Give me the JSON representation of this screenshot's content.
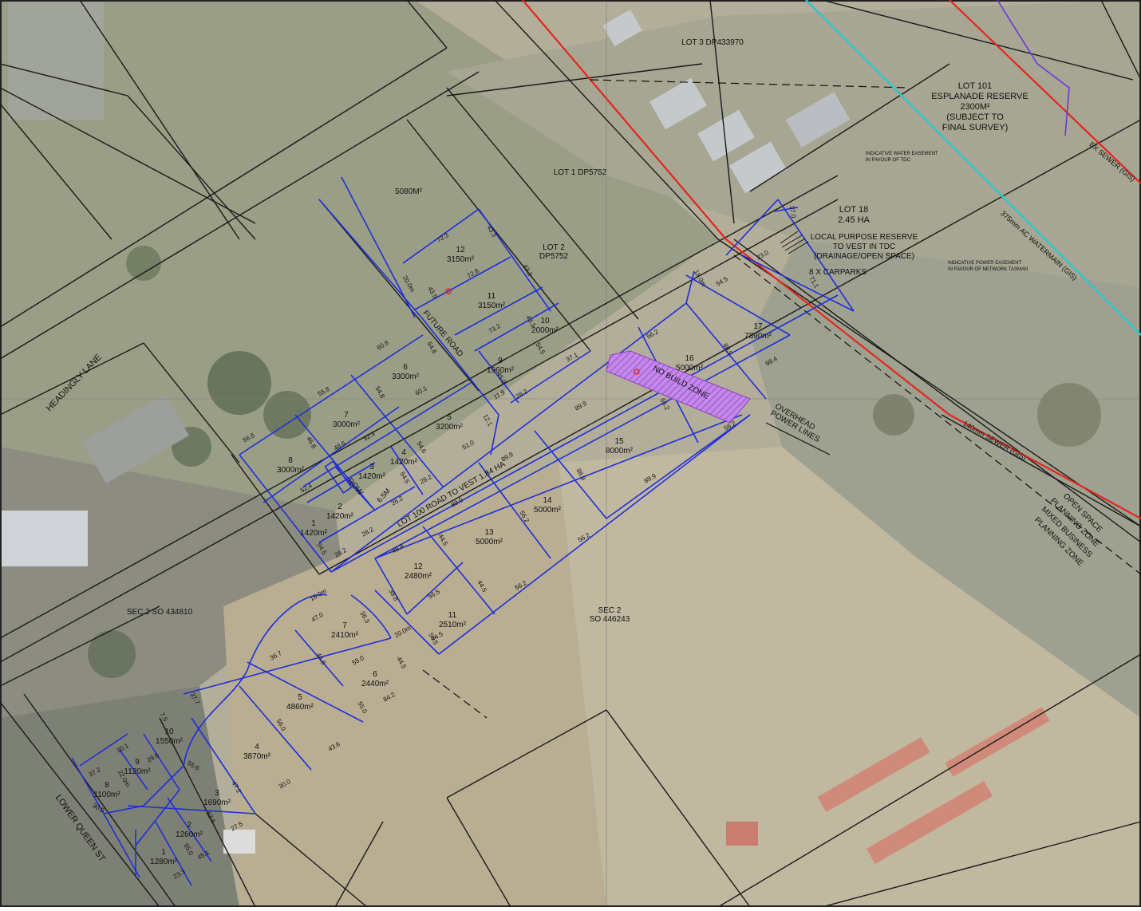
{
  "colors": {
    "paddock": "#b9b3a0",
    "paddock_dark": "#8f9178",
    "trees": "#5d6a52",
    "road": "#c9c6bd",
    "lot_line": "#1f2fd8",
    "boundary": "#1a1a1a",
    "sewer_red": "#e3261f",
    "watermain_cyan": "#32c4cc",
    "no_build": "#b76de0",
    "building": "#cfd2d6"
  },
  "roads": {
    "headingly": "HEADINGLY LANE",
    "lower_queen": "LOWER QUEEN ST"
  },
  "parcels": {
    "lot3_dp": "LOT 3 DP433970",
    "lot1_dp": "LOT 1 DP5752",
    "lot2_dp_a": "LOT 2",
    "lot2_dp_b": "DP5752",
    "sec2_so434810": "SEC 2 SO 434810",
    "sec2_a": "SEC 2",
    "sec2_b": "SO 446243"
  },
  "esplanade": [
    "LOT 101",
    "ESPLANADE RESERVE",
    "2300M²",
    "(SUBJECT TO",
    "FINAL SURVEY)"
  ],
  "lot18": [
    "LOT 18",
    "2.45 HA"
  ],
  "local_reserve": [
    "LOCAL PURPOSE RESERVE",
    "TO VEST IN TDC",
    "(DRAINAGE/OPEN SPACE)"
  ],
  "carparks": "8 X CARPARKS",
  "water_easement": [
    "INDICATIVE WATER EASEMENT",
    "IN FAVOUR OF TDC"
  ],
  "power_easement": [
    "INDICATIVE POWER EASEMENT",
    "IN FAVOUR OF NETWORK TASMAN"
  ],
  "overhead": [
    "OVERHEAD",
    "POWER LINES"
  ],
  "utilities": {
    "ex_sewer": "EX SEWER (GIS)",
    "watermain": "375mm AC WATERMAIN (GIS)",
    "sewer_140": "140mm SEWER (GIS)"
  },
  "zones": [
    "OPEN SPACE",
    "PLANNING ZONE",
    "MIXED BUSINESS",
    "PLANNING ZONE"
  ],
  "no_build": "NO BUILD ZONE",
  "future_road": "FUTURE ROAD",
  "row": "ROW",
  "row_width": "6.5M",
  "road_vest": "LOT 100 ROAD TO VEST 1.84 HA",
  "area_5080": "5080M²",
  "lots": [
    {
      "n": "12",
      "a": "3150m²"
    },
    {
      "n": "11",
      "a": "3150m²"
    },
    {
      "n": "10",
      "a": "2000m²"
    },
    {
      "n": "9",
      "a": "1960m²"
    },
    {
      "n": "6",
      "a": "3300m²"
    },
    {
      "n": "5",
      "a": "3200m²"
    },
    {
      "n": "7",
      "a": "3000m²"
    },
    {
      "n": "8",
      "a": "3000m²"
    },
    {
      "n": "4",
      "a": "1420m²"
    },
    {
      "n": "3",
      "a": "1420m²"
    },
    {
      "n": "2",
      "a": "1420m²"
    },
    {
      "n": "1",
      "a": "1420m²"
    },
    {
      "n": "17",
      "a": "7890m²"
    },
    {
      "n": "16",
      "a": "5000m²"
    },
    {
      "n": "15",
      "a": "8000m²"
    },
    {
      "n": "14",
      "a": "5000m²"
    },
    {
      "n": "13",
      "a": "5000m²"
    },
    {
      "n": "12",
      "a": "2480m²"
    },
    {
      "n": "11",
      "a": "2510m²"
    },
    {
      "n": "7",
      "a": "2410m²"
    },
    {
      "n": "6",
      "a": "2440m²"
    },
    {
      "n": "5",
      "a": "4860m²"
    },
    {
      "n": "4",
      "a": "3870m²"
    },
    {
      "n": "10",
      "a": "1550m²"
    },
    {
      "n": "9",
      "a": "1120m²"
    },
    {
      "n": "8",
      "a": "1100m²"
    },
    {
      "n": "3",
      "a": "1690m²"
    },
    {
      "n": "2",
      "a": "1260m²"
    },
    {
      "n": "1",
      "a": "1280m²"
    }
  ],
  "dims": [
    "72.3",
    "43.3",
    "72.8",
    "43.3",
    "73.2",
    "43.3",
    "54.5",
    "20.0m",
    "43.5",
    "60.8",
    "54.8",
    "60.1",
    "55.8",
    "54.8",
    "46.8",
    "52.4",
    "51.0",
    "12.1",
    "56.8",
    "48.6",
    "54.6",
    "52.4",
    "54.5",
    "28.2",
    "54.5",
    "28.2",
    "26.2",
    "28.2",
    "37.1",
    "11.9",
    "28.2",
    "45.0",
    "18.0m",
    "54.5",
    "56.2",
    "89.9",
    "23.0",
    "37.0",
    "71.1",
    "98.4",
    "89.9",
    "88.9",
    "56.2",
    "56.2",
    "88.9",
    "89.9",
    "56.2",
    "89.0",
    "56.2",
    "56.2",
    "44.5",
    "48.8",
    "38.8",
    "56.5",
    "44.5",
    "56.5",
    "44.5",
    "20.0m",
    "16.0m",
    "47.0",
    "36.3",
    "36.7",
    "44.8",
    "55.0",
    "44.5",
    "55.0",
    "84.2",
    "56.0",
    "43.6",
    "7.5",
    "37.7",
    "29.8",
    "30.1",
    "37.2",
    "22.0m",
    "55.6",
    "47.2",
    "53.6",
    "27.5",
    "45.1",
    "55.0",
    "30.0",
    "30.0",
    "23.3"
  ]
}
